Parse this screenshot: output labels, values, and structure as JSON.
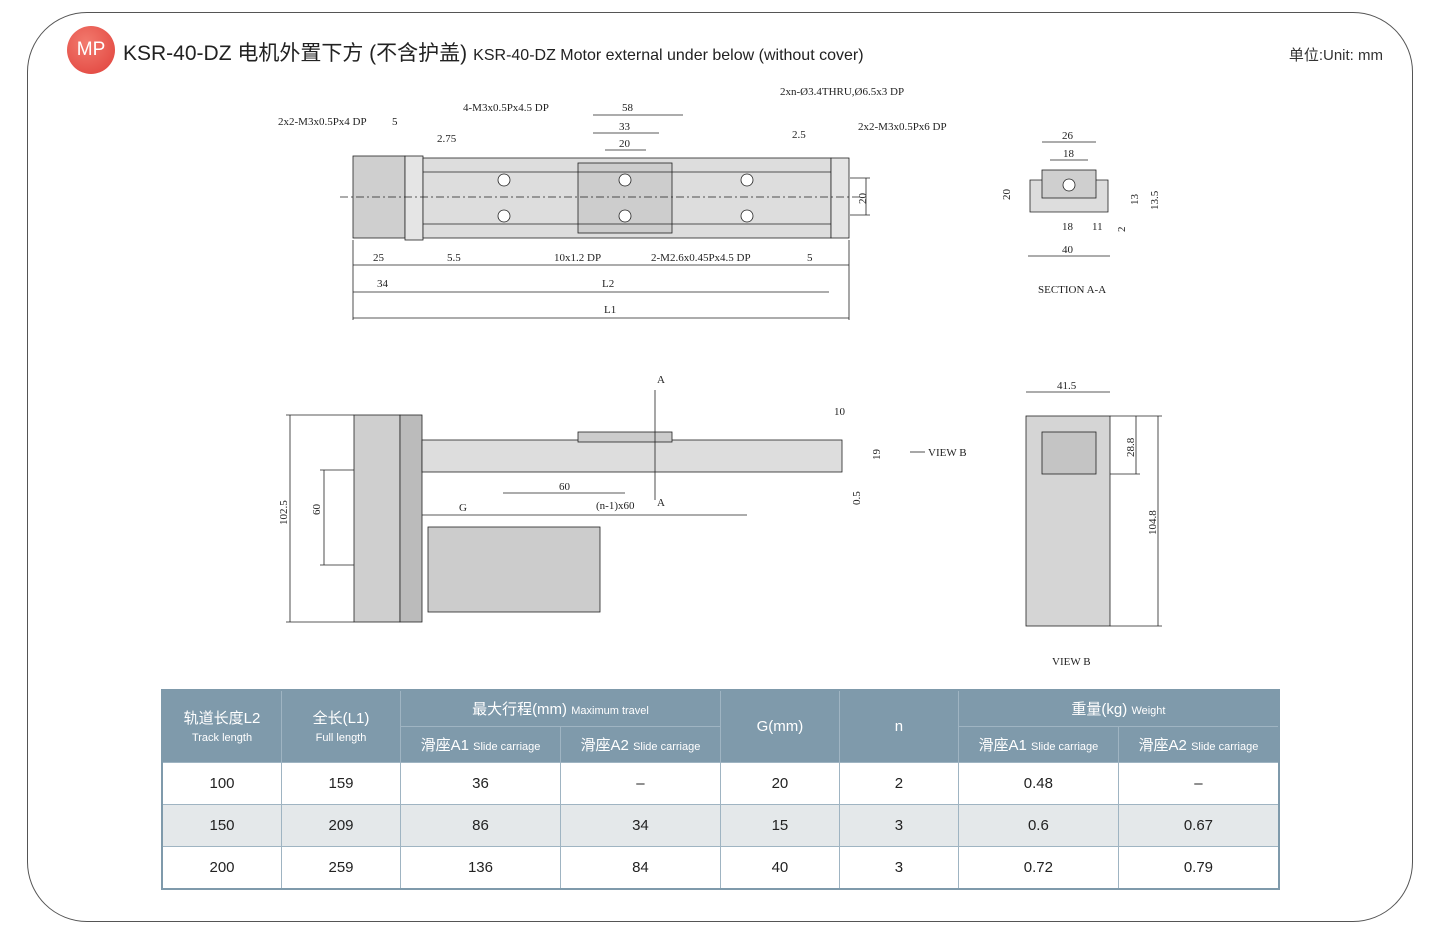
{
  "header": {
    "badge": "MP",
    "title_cn": "KSR-40-DZ 电机外置下方 (不含护盖)",
    "title_en": "KSR-40-DZ Motor external under below (without cover)",
    "unit": "单位:Unit: mm"
  },
  "top_view": {
    "labels": [
      "2x2-M3x0.5Px4 DP",
      "5",
      "2.75",
      "4-M3x0.5Px4.5 DP",
      "58",
      "33",
      "20",
      "2xn-Ø3.4THRU,Ø6.5x3 DP",
      "2.5",
      "2x2-M3x0.5Px6 DP",
      "20",
      "25",
      "5.5",
      "10x1.2 DP",
      "2-M2.6x0.45Px4.5 DP",
      "5",
      "34",
      "L2",
      "L1"
    ]
  },
  "section": {
    "labels": [
      "26",
      "18",
      "20",
      "13.5",
      "13",
      "18",
      "11",
      "2",
      "40"
    ],
    "caption": "SECTION A-A"
  },
  "side_view": {
    "labels": [
      "A",
      "10",
      "VIEW B",
      "19",
      "102.5",
      "60",
      "60",
      "G",
      "(n-1)x60",
      "A",
      "0.5"
    ]
  },
  "view_b": {
    "labels": [
      "41.5",
      "28.8",
      "104.8"
    ],
    "caption": "VIEW B"
  },
  "table": {
    "headers": {
      "track_cn": "轨道长度L2",
      "track_en": "Track length",
      "full_cn": "全长(L1)",
      "full_en": "Full length",
      "travel_cn": "最大行程(mm)",
      "travel_en": "Maximum travel",
      "g": "G(mm)",
      "n": "n",
      "weight_cn": "重量(kg)",
      "weight_en": "Weight",
      "a1_cn": "滑座A1",
      "a2_cn": "滑座A2",
      "slide_en": "Slide carriage"
    },
    "rows": [
      [
        "100",
        "159",
        "36",
        "–",
        "20",
        "2",
        "0.48",
        "–"
      ],
      [
        "150",
        "209",
        "86",
        "34",
        "15",
        "3",
        "0.6",
        "0.67"
      ],
      [
        "200",
        "259",
        "136",
        "84",
        "40",
        "3",
        "0.72",
        "0.79"
      ]
    ]
  }
}
